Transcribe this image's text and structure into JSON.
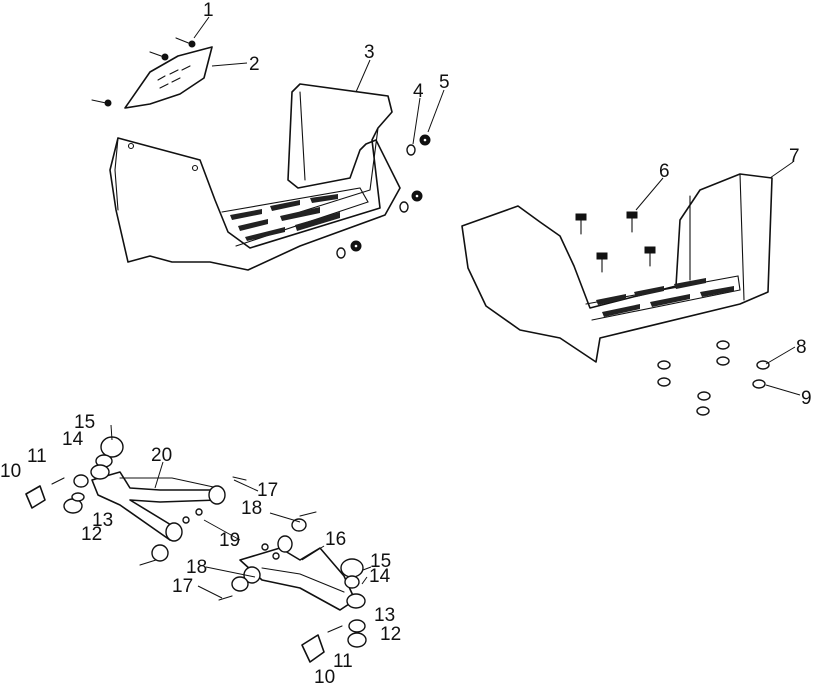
{
  "callouts": {
    "c1": "1",
    "c2": "2",
    "c3": "3",
    "c4": "4",
    "c5": "5",
    "c6": "6",
    "c7": "7",
    "c8": "8",
    "c9": "9",
    "c10a": "10",
    "c11a": "11",
    "c12a": "12",
    "c13a": "13",
    "c14a": "14",
    "c15a": "15",
    "c10b": "10",
    "c11b": "11",
    "c12b": "12",
    "c13b": "13",
    "c14b": "14",
    "c15b": "15",
    "c16": "16",
    "c17a": "17",
    "c17b": "17",
    "c18a": "18",
    "c18b": "18",
    "c19": "19",
    "c20": "20"
  }
}
